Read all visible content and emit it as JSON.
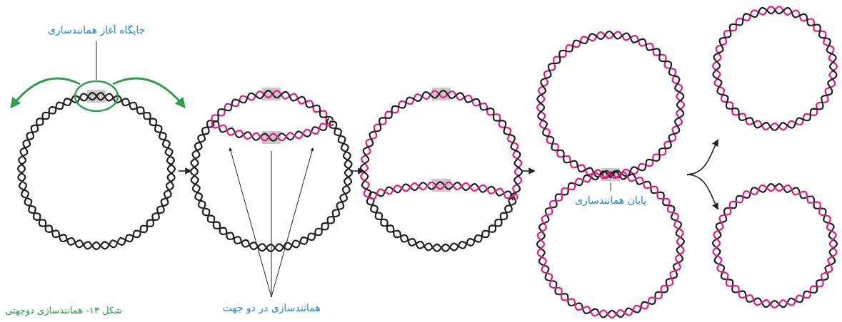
{
  "diagram": {
    "caption": "شکل ۱۳- همانندسازی دوجهتی",
    "labels": [
      "جایگاه آغاز همانندسازی",
      "همانندسازی در دو جهت",
      "پایان همانندسازی"
    ]
  }
}
